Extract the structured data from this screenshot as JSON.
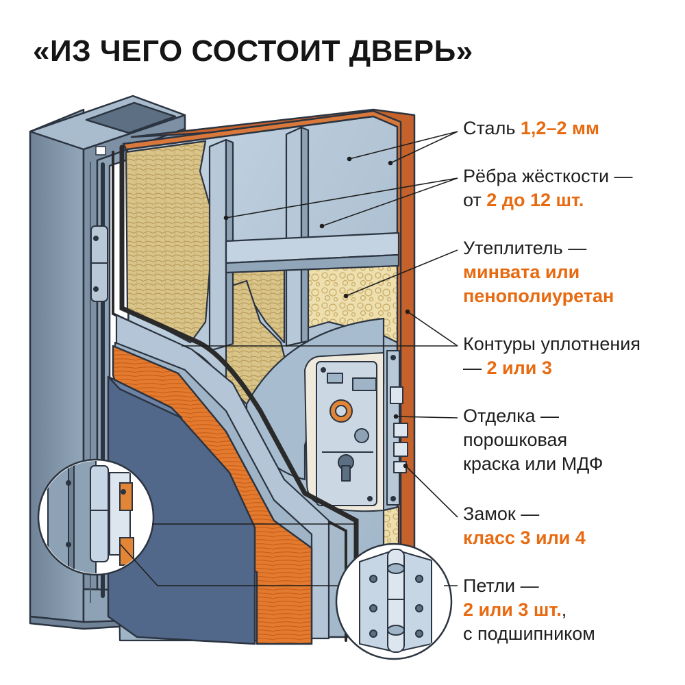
{
  "title": "«ИЗ ЧЕГО СОСТОИТ ДВЕРЬ»",
  "accent_color": "#e86a10",
  "labels": {
    "steel": {
      "text": "Сталь ",
      "value": "1,2–2 мм"
    },
    "ribs": {
      "line1": "Рёбра жёсткости —",
      "prefix": "от ",
      "value": "2 до 12 шт."
    },
    "insulation": {
      "line1": "Утеплитель —",
      "value1": "минвата или",
      "value2": "пенополиуретан"
    },
    "seals": {
      "line1": "Контуры уплотнения",
      "prefix": "— ",
      "value": "2 или 3"
    },
    "finish": {
      "line1": "Отделка —",
      "line2": "порошковая",
      "line3": "краска или МДФ"
    },
    "lock": {
      "line1": "Замок —",
      "value": "класс 3 или 4"
    },
    "hinges": {
      "line1": "Петли —",
      "value": "2 или 3 шт.",
      "suffix": ",",
      "line3": "с подшипником"
    }
  },
  "icons": [
    "door-frame-illustration",
    "hinge-icon",
    "lock-mechanism-icon",
    "insulation-texture",
    "stiffening-rib-icon"
  ]
}
